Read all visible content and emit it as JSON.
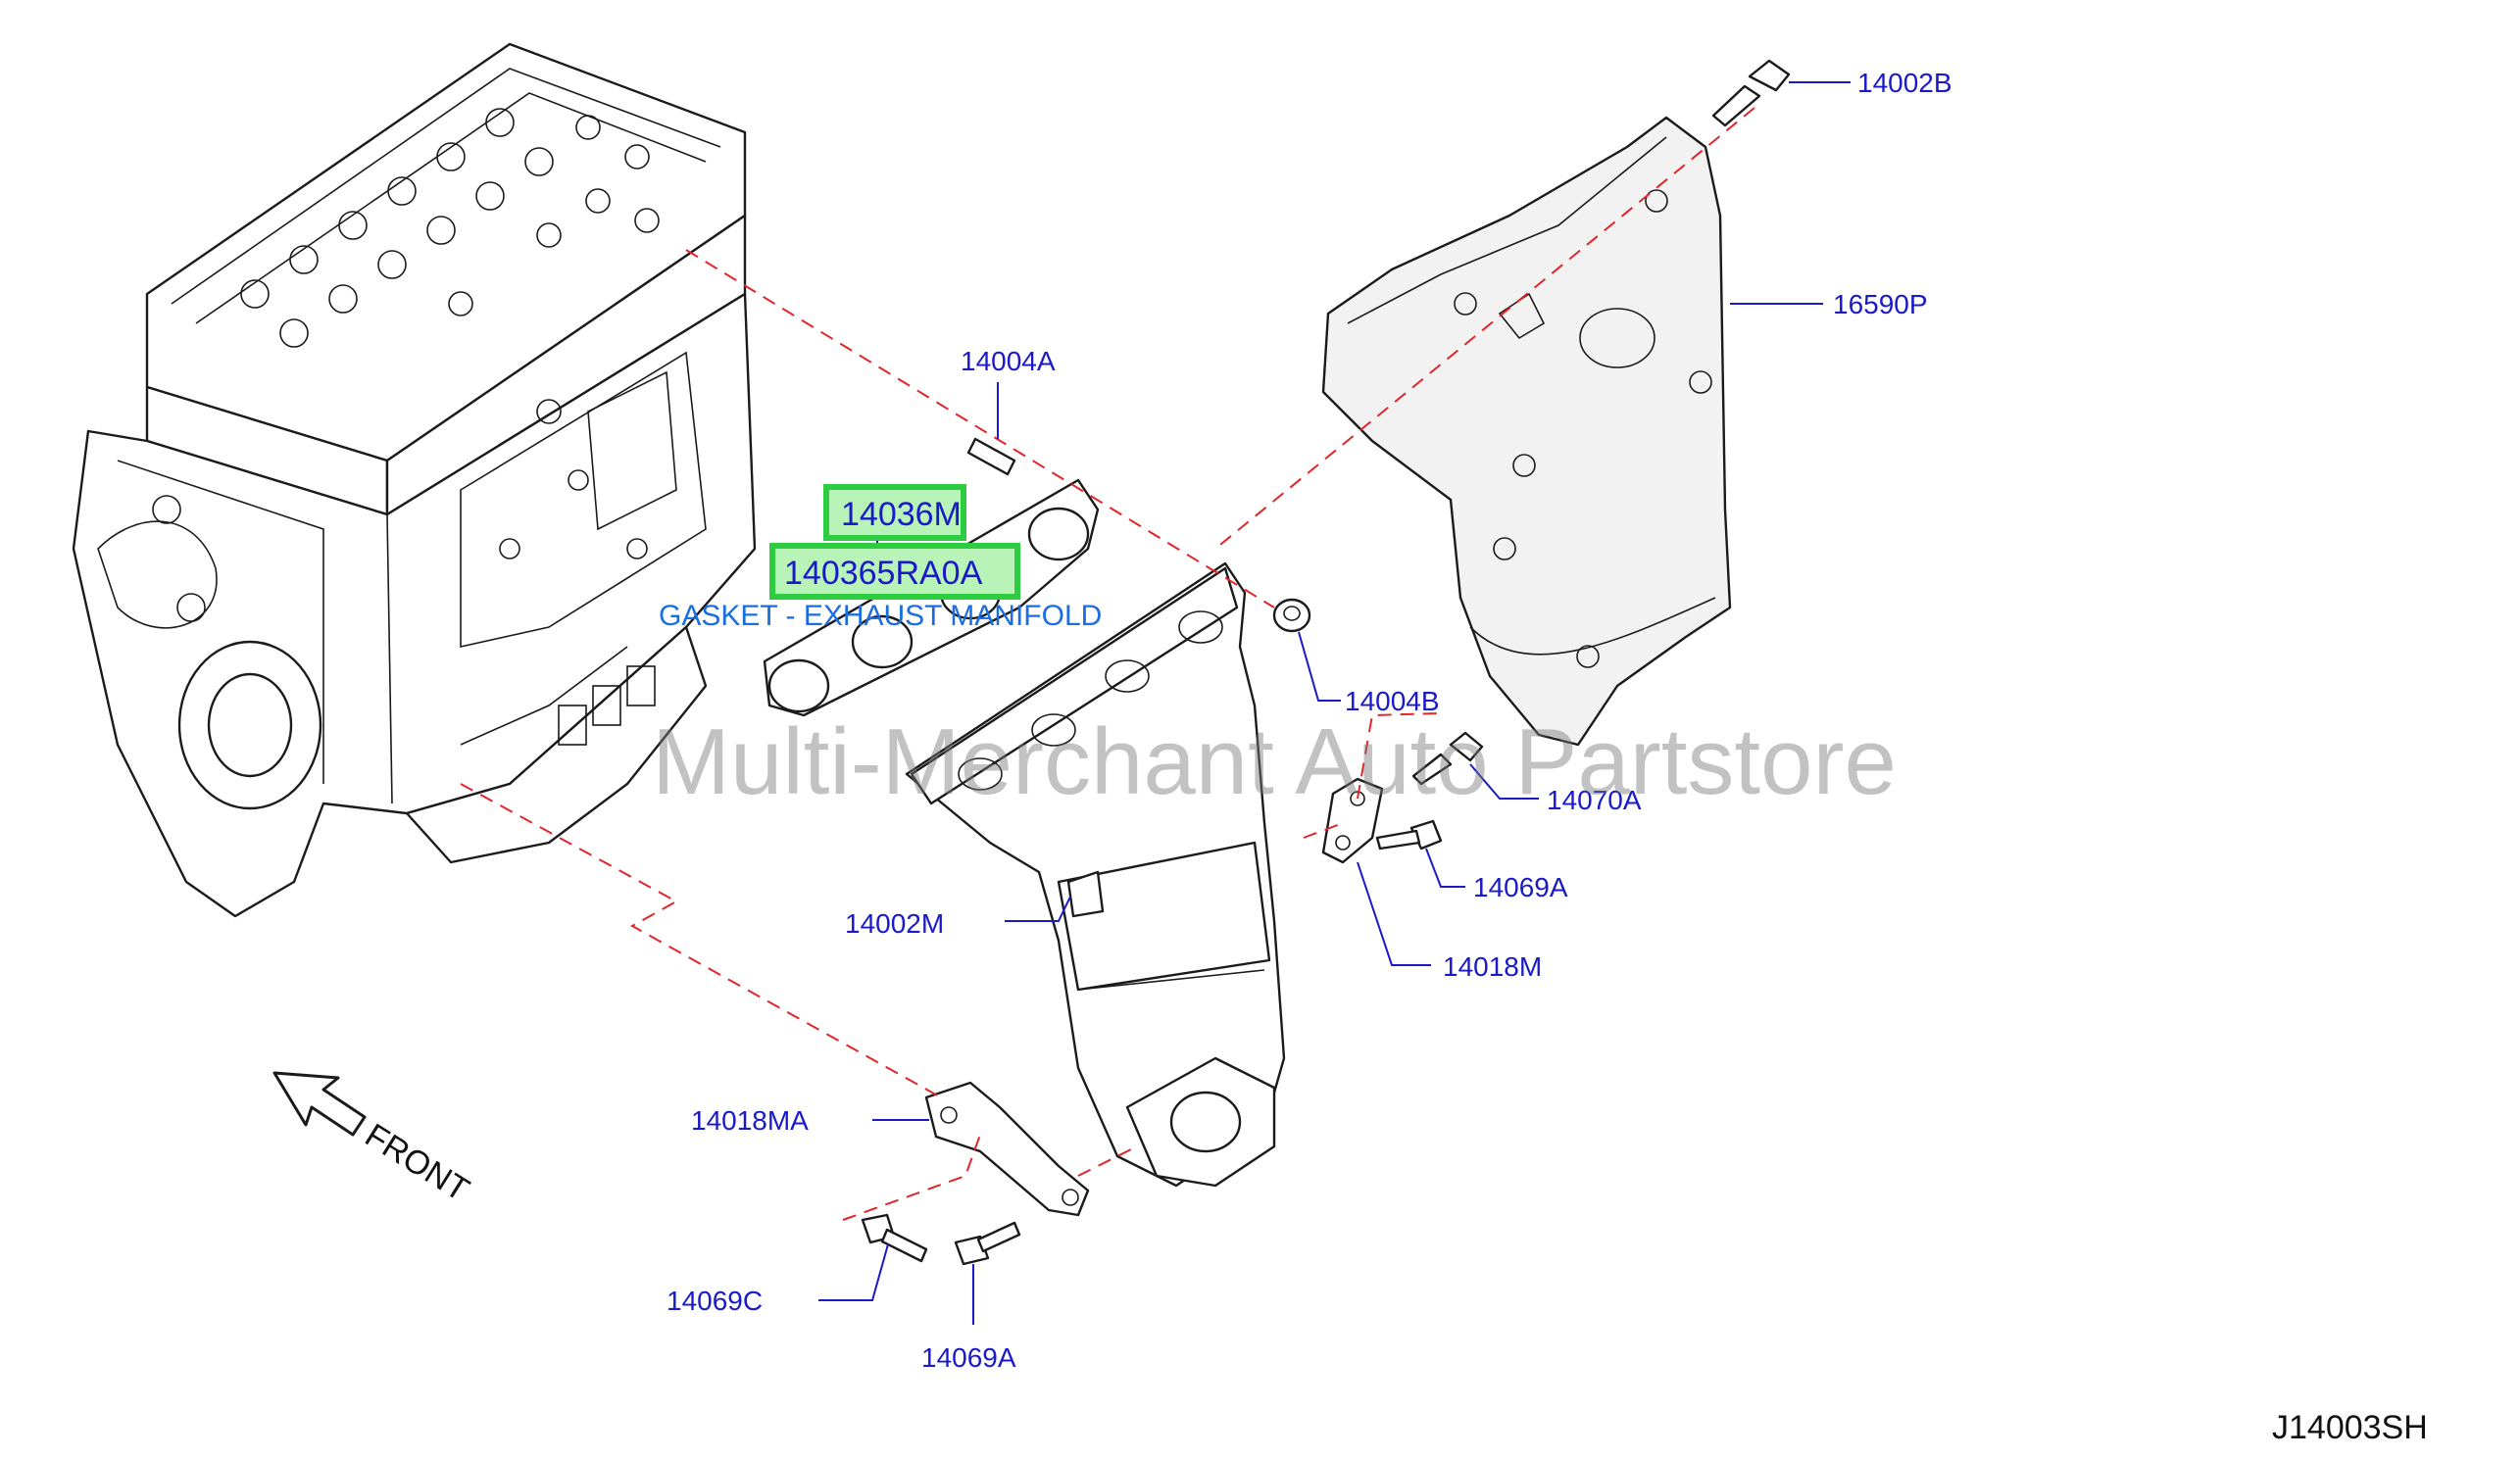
{
  "diagram": {
    "code": "J14003SH",
    "watermark": "Multi-Merchant Auto Partstore",
    "direction_label": "FRONT",
    "highlight": {
      "part_a": "14036M",
      "part_b": "140365RA0A",
      "description": "GASKET - EXHAUST MANIFOLD"
    },
    "callouts": {
      "c14002B": "14002B",
      "c16590P": "16590P",
      "c14004A": "14004A",
      "c14004B": "14004B",
      "c14070A": "14070A",
      "c14069A_right": "14069A",
      "c14002M": "14002M",
      "c14018M": "14018M",
      "c14018MA": "14018MA",
      "c14069C": "14069C",
      "c14069A_bottom": "14069A"
    }
  }
}
